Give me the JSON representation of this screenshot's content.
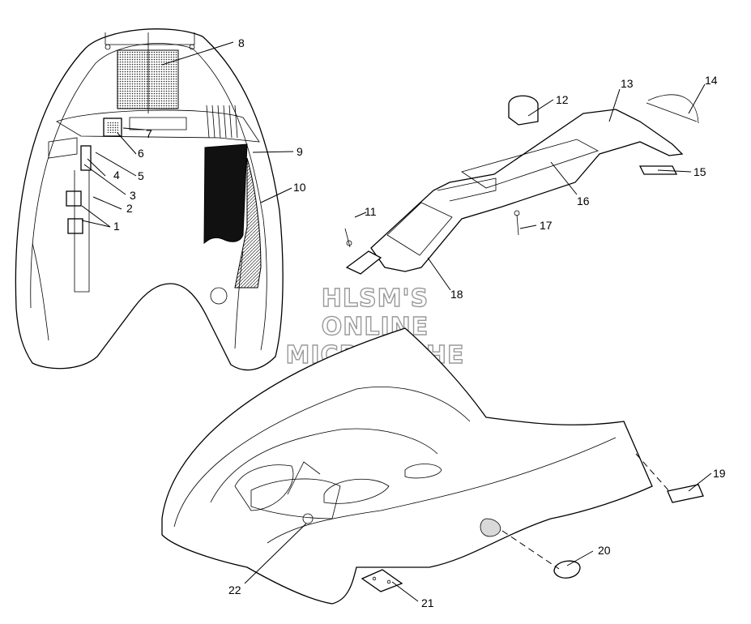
{
  "watermark": {
    "line1": "HLSM'S",
    "line2": "ONLINE",
    "line3": "MICROFICHE"
  },
  "callouts": [
    {
      "id": "1",
      "label": "1"
    },
    {
      "id": "2",
      "label": "2"
    },
    {
      "id": "3",
      "label": "3"
    },
    {
      "id": "4",
      "label": "4"
    },
    {
      "id": "5",
      "label": "5"
    },
    {
      "id": "6",
      "label": "6"
    },
    {
      "id": "7",
      "label": "7"
    },
    {
      "id": "8",
      "label": "8"
    },
    {
      "id": "9",
      "label": "9"
    },
    {
      "id": "10",
      "label": "10"
    },
    {
      "id": "11",
      "label": "11"
    },
    {
      "id": "12",
      "label": "12"
    },
    {
      "id": "13",
      "label": "13"
    },
    {
      "id": "14",
      "label": "14"
    },
    {
      "id": "15",
      "label": "15"
    },
    {
      "id": "16",
      "label": "16"
    },
    {
      "id": "17",
      "label": "17"
    },
    {
      "id": "18",
      "label": "18"
    },
    {
      "id": "19",
      "label": "19"
    },
    {
      "id": "20",
      "label": "20"
    },
    {
      "id": "21",
      "label": "21"
    },
    {
      "id": "22",
      "label": "22"
    }
  ]
}
